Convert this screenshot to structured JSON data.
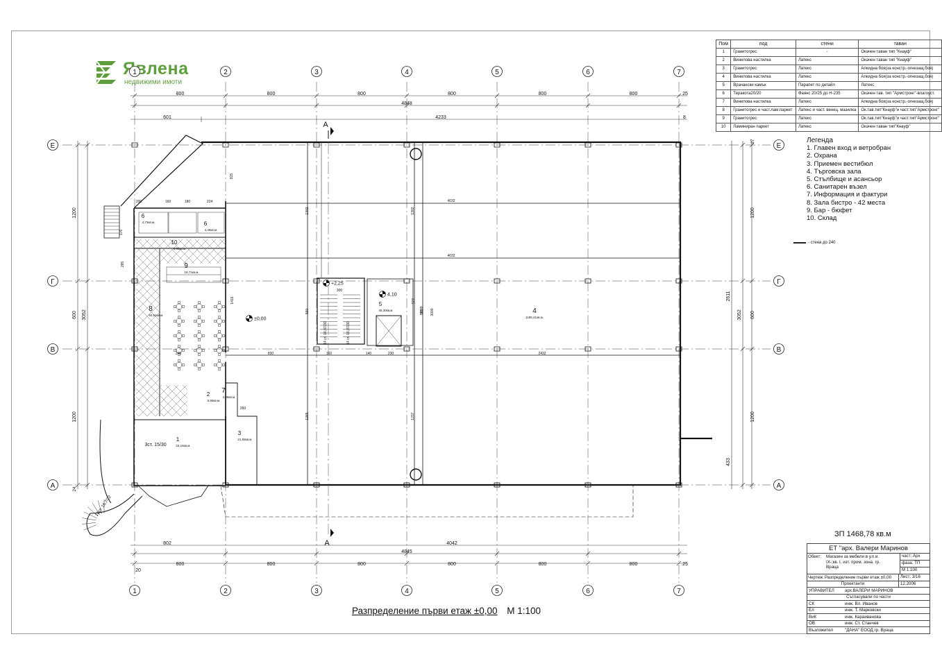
{
  "brand": {
    "name": "Явлена",
    "tagline": "недвижими имоти",
    "color": "#5e9e3c"
  },
  "grid": {
    "columns": [
      "1",
      "2",
      "3",
      "4",
      "5",
      "6",
      "7"
    ],
    "rows": [
      "Е",
      "Г",
      "В",
      "А"
    ],
    "section_mark": "А"
  },
  "dimensions": {
    "top_spacing": [
      "800",
      "800",
      "800",
      "800",
      "800",
      "800"
    ],
    "top_right_end": "25",
    "top_total": "4848",
    "top_split": [
      "601",
      "4233"
    ],
    "top_split_end": "8",
    "bottom_split": [
      "802",
      "4042"
    ],
    "bottom_total": "4845",
    "bottom_spacing": [
      "800",
      "800",
      "800",
      "800",
      "800",
      "800"
    ],
    "bottom_left_end": "20",
    "bottom_right_end": "25",
    "left_vertical": [
      "1200",
      "600",
      "1200"
    ],
    "left_vertical_total": "3052",
    "right_vertical": [
      "1200",
      "600",
      "1200"
    ],
    "right_vertical_total": "3052",
    "right_extra": [
      "2611",
      "433"
    ],
    "end_small": [
      "24",
      "27"
    ],
    "interior": [
      "4032",
      "4032",
      "2432",
      "830",
      "248",
      "1302",
      "1302",
      "1237",
      "1265",
      "1416",
      "560",
      "560",
      "815",
      "200",
      "160",
      "180",
      "224",
      "176",
      "160",
      "140",
      "230",
      "295",
      "300",
      "572",
      "3009",
      "3000",
      "260"
    ]
  },
  "rooms": [
    {
      "num": "1",
      "area": "23,16кв.м."
    },
    {
      "num": "2",
      "area": "6,90кв.м."
    },
    {
      "num": "3",
      "area": "21,59кв.м."
    },
    {
      "num": "4",
      "area": "1195,41кв.м."
    },
    {
      "num": "5",
      "area": "45,30кв.м."
    },
    {
      "num": "6",
      "area": "4,73кв.м."
    },
    {
      "num": "6",
      "area": "4,46кв.м."
    },
    {
      "num": "7",
      "area": "4,96кв.м."
    },
    {
      "num": "8",
      "area": "94,61кв.м."
    },
    {
      "num": "9",
      "area": "16,71кв.м."
    },
    {
      "num": "10",
      "area": "8,95кв.м."
    }
  ],
  "levels": {
    "main": "±0,00",
    "stair_top": "+2,25",
    "stair_mid": "4,10"
  },
  "stairs": {
    "flight_a": "14 ст. 16,07/30",
    "flight_b": "14 ст. 16,07/30",
    "entry": "3ст. 15/30",
    "spiral": "18ст. 16,7/22"
  },
  "finishes_table": {
    "headers": [
      "Пом",
      "под",
      "стени",
      "таван"
    ],
    "rows": [
      [
        "1",
        "Гранитогрес",
        "-",
        "Окачен таван тип \"Кнауф\""
      ],
      [
        "2",
        "Винилова настилка",
        "Латекс",
        "Окачен таван тип \"Кнауф\""
      ],
      [
        "3",
        "Гранитогрес",
        "Латекс",
        "Алкидна боя(за констр.-огнезащ.боя)"
      ],
      [
        "4",
        "Винилова настилка",
        "Латекс",
        "Алкидна боя(за констр.-огнезащ.боя)"
      ],
      [
        "5",
        "Врачански камък",
        "Парапет по детайл",
        "Латекс"
      ],
      [
        "6",
        "Теракота20/20",
        "Фаянс 20/25 до Н-235",
        "Окачен тав. тип \"Армстронг\"-влагоуст."
      ],
      [
        "7",
        "Винилова настилка",
        "Латекс",
        "Алкидна боя(за констр.-огнезащ.боя)"
      ],
      [
        "8",
        "Гранитогрес и част.лам.паркет",
        "Латекс и част. венец. мазилка",
        "Ок.тав.тип\"Кнауф\"и част.тип\"Армстронг\""
      ],
      [
        "9",
        "Гранитогрес",
        "Латекс",
        "Ок.тав.тип\"Кнауф\"и част.тип\"Армстронг\""
      ],
      [
        "10",
        "Ламиниран паркет",
        "Латекс",
        "Окачен таван тип\"Кнауф\""
      ]
    ]
  },
  "legend": {
    "title": "Легенда",
    "items": [
      "1. Главен вход и ветробран",
      "2. Охрана",
      "3. Приемен вестибюл",
      "4. Търговска зала",
      "5. Стълбище и асансьор",
      "6. Санитарен възел",
      "7. Информация и фактури",
      "8. Зала бистро - 42 места",
      "9. Бар - бюфет",
      "10. Склад"
    ]
  },
  "wall_note": "- стена до 240",
  "built_area": "ЗП 1468,78 кв.м",
  "title_block": {
    "firm": "ЕТ \"арх. Валери Маринов",
    "object_label": "Обект:",
    "object_text": [
      "Магазин за мебели в у.п.и.",
      "IX-;кв. I, изт. пром. зона. гр.",
      "Враца"
    ],
    "part": "част: Арх",
    "phase": "фаза: ТП",
    "scale": "М 1:100",
    "drawing_label": "Чертеж:",
    "drawing": "Разпределение първи етаж ±0,00",
    "sheet": "Лист: 3/16",
    "designers": "Проектанти",
    "date": "12.2006",
    "manager_label": "УПРАВИТЕЛ",
    "manager": "арх.ВАЛЕРИ МАРИНОВ",
    "agreed": "Съгласували по части",
    "parts": [
      {
        "part": "СК",
        "person": "инж. Вл. Иванов"
      },
      {
        "part": "Ел",
        "person": "инж. Т. Марковски"
      },
      {
        "part": "ВиК",
        "person": "инж. Караиванова"
      },
      {
        "part": "ОВ",
        "person": "инж. Ст. Станчев"
      }
    ],
    "client_label": "Възложител",
    "client": "\"ДАНА\" ЕООД гр. Враца"
  },
  "sheet_title": {
    "main": "Разпределение първи етаж ±0,00",
    "scale": "М 1:100"
  }
}
